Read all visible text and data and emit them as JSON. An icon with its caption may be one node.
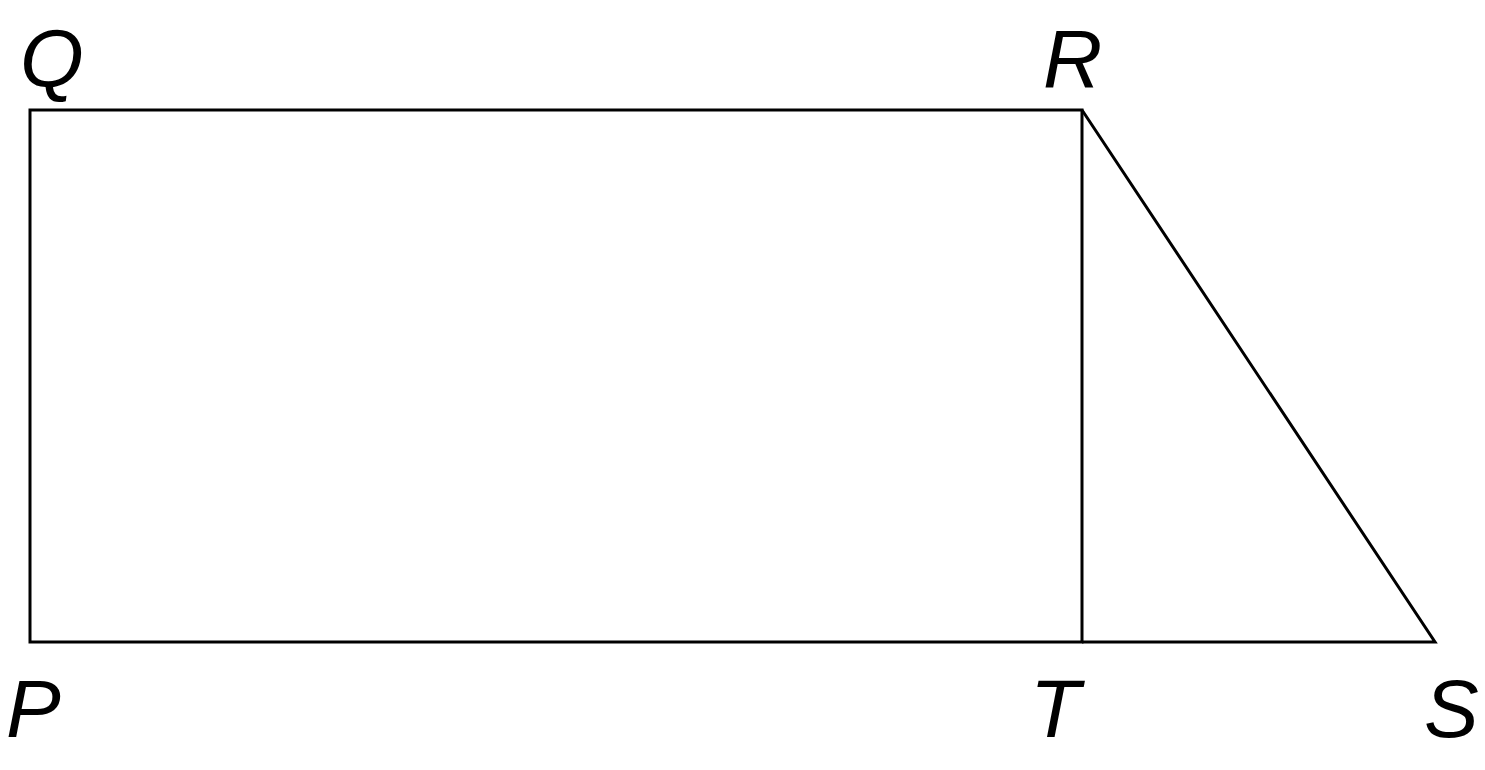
{
  "diagram": {
    "labels": [
      "Q",
      "R",
      "P",
      "T",
      "S"
    ]
  }
}
